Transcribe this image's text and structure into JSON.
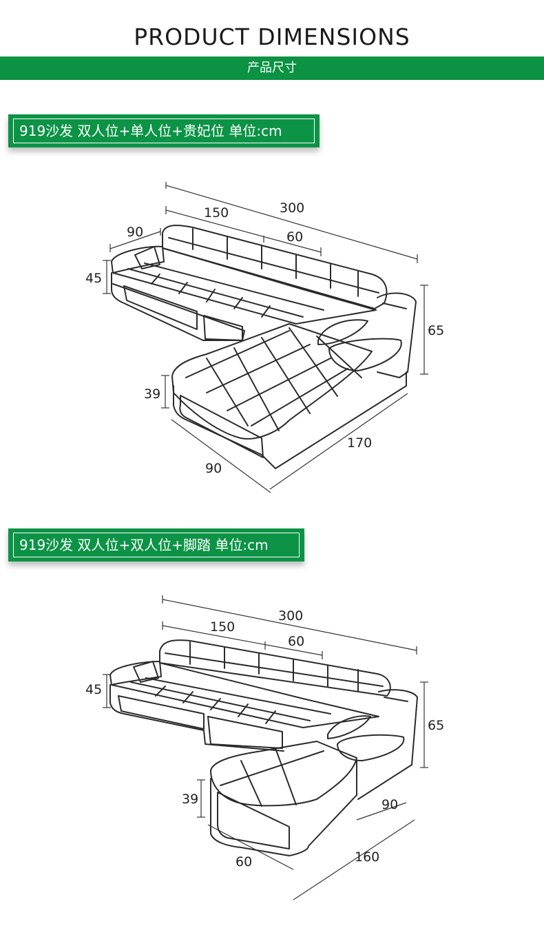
{
  "header": {
    "title": "PRODUCT DIMENSIONS",
    "subtitle": "产品尺寸"
  },
  "colors": {
    "accent_green": "#0b9243",
    "line": "#2a2a2a"
  },
  "sections": [
    {
      "label": "919沙发 双人位+单人位+贵妃位 单位:cm",
      "dims": {
        "total_width": "300",
        "seat_width": "150",
        "back_depth": "60",
        "arm_depth": "90",
        "seat_height": "45",
        "back_height": "65",
        "chaise_height": "39",
        "chaise_length": "170",
        "chaise_width": "90"
      }
    },
    {
      "label": "919沙发 双人位+双人位+脚踏 单位:cm",
      "dims": {
        "total_width": "300",
        "seat_width": "150",
        "back_depth": "60",
        "seat_height": "45",
        "back_height": "65",
        "ottoman_height": "39",
        "ottoman_width": "60",
        "ottoman_length": "160",
        "side_depth": "90"
      }
    }
  ]
}
